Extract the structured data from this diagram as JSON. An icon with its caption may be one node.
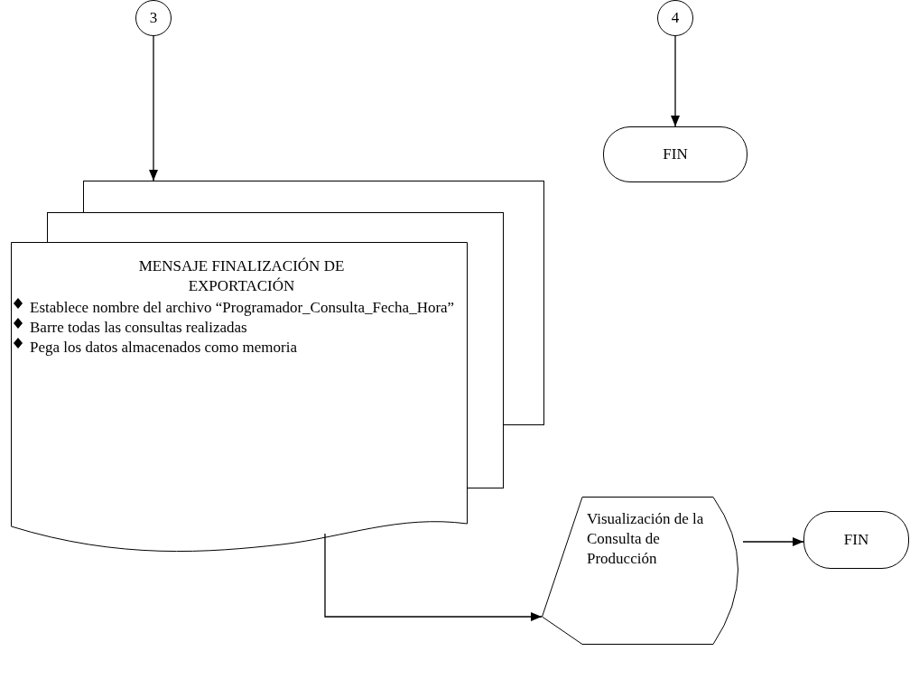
{
  "diagram": {
    "nodes": [
      {
        "text": [
          "3"
        ]
      },
      {
        "text": [
          "4"
        ]
      },
      {
        "text": [
          "FIN"
        ]
      },
      {
        "text": [
          "MENSAJE FINALIZACIÓN DE EXPORTACIÓN",
          "Establece nombre del archivo “Programador_Consulta_Fecha_Hora”",
          "Barre todas las consultas realizadas",
          "Pega los datos almacenados como memoria"
        ]
      },
      {
        "text": [
          "Visualización de la Consulta de Producción"
        ]
      },
      {
        "text": [
          "FIN"
        ]
      }
    ],
    "edges": [
      {
        "from": 0,
        "to": 3,
        "arrow": "to"
      },
      {
        "from": 1,
        "to": 2,
        "arrow": "to"
      },
      {
        "from": 3,
        "to": 4,
        "arrow": "to"
      },
      {
        "from": 4,
        "to": 5,
        "arrow": "to"
      }
    ]
  }
}
